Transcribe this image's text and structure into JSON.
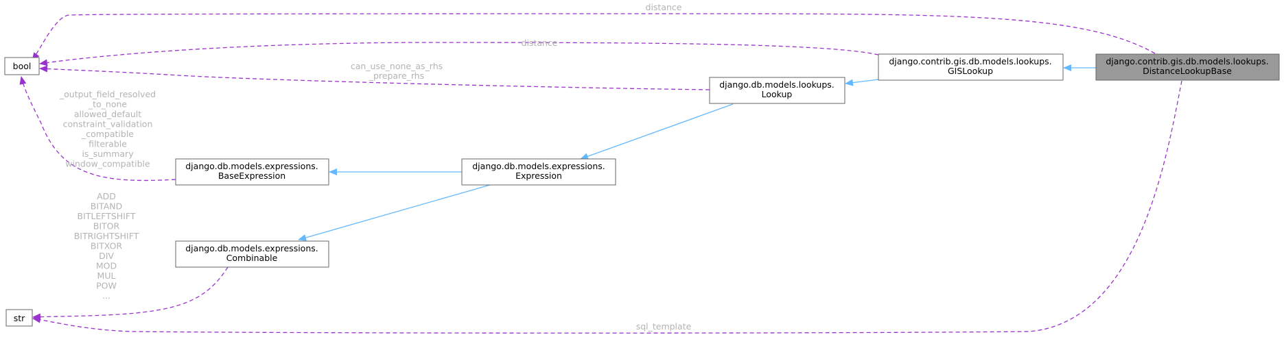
{
  "nodes": {
    "bool": {
      "lines": [
        "bool"
      ]
    },
    "str": {
      "lines": [
        "str"
      ]
    },
    "distance_lookup_base": {
      "lines": [
        "django.contrib.gis.db.models.lookups.",
        "DistanceLookupBase"
      ]
    },
    "gis_lookup": {
      "lines": [
        "django.contrib.gis.db.models.lookups.",
        "GISLookup"
      ]
    },
    "lookup": {
      "lines": [
        "django.db.models.lookups.",
        "Lookup"
      ]
    },
    "expression": {
      "lines": [
        "django.db.models.expressions.",
        "Expression"
      ]
    },
    "base_expression": {
      "lines": [
        "django.db.models.expressions.",
        "BaseExpression"
      ]
    },
    "combinable": {
      "lines": [
        "django.db.models.expressions.",
        "Combinable"
      ]
    }
  },
  "edge_labels": {
    "distance_top": [
      "distance"
    ],
    "distance_mid": [
      "distance"
    ],
    "lookup_bool": [
      "can_use_none_as_rhs",
      "_prepare_rhs"
    ],
    "base_expression_bool": [
      "_output_field_resolved",
      "_to_none",
      "allowed_default",
      "constraint_validation",
      "_compatible",
      "filterable",
      "is_summary",
      "window_compatible"
    ],
    "combinable_str": [
      "ADD",
      "BITAND",
      "BITLEFTSHIFT",
      "BITOR",
      "BITRIGHTSHIFT",
      "BITXOR",
      "DIV",
      "MOD",
      "MUL",
      "POW",
      "..."
    ],
    "sql_template": [
      "sql_template"
    ]
  },
  "colors": {
    "inherit_edge": "#63b8ff",
    "usage_edge": "#9a32cd",
    "focus_node_fill": "#999999",
    "node_border": "#666666",
    "edge_label_text": "#b3b3b3"
  }
}
